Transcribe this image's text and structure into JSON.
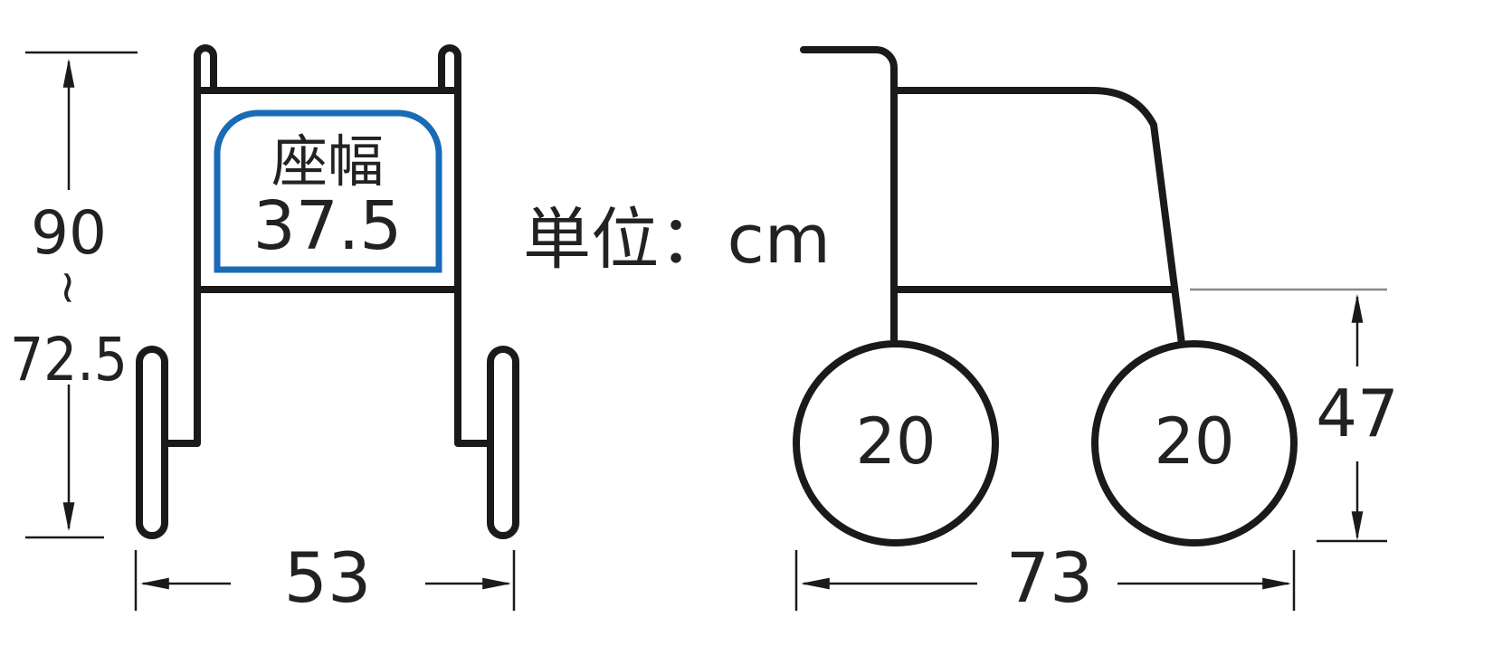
{
  "front_view": {
    "height_max": "90",
    "height_sep": "~",
    "height_min": "72.5",
    "seat_width_label": "座幅",
    "seat_width_value": "37.5",
    "overall_width": "53"
  },
  "unit_label": "単位：cm",
  "side_view": {
    "front_wheel": "20",
    "rear_wheel": "20",
    "seat_height": "47",
    "overall_length": "73"
  },
  "colors": {
    "seat_box": "#1a6bb5",
    "line": "#1a1a1a",
    "guide": "#888888"
  }
}
